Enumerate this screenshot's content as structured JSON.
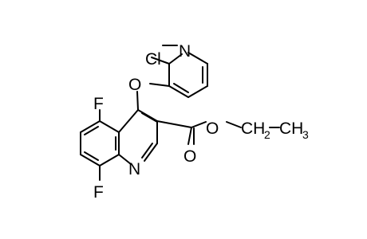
{
  "molecule": {
    "atoms": {
      "cl": "Cl",
      "n_pyridine": "N",
      "o_ether": "O",
      "f5": "F",
      "f8": "F",
      "n_quinoline": "N",
      "o_ester": "O",
      "o_carbonyl": "O",
      "ch2_c": "CH",
      "ch2_sub": "2",
      "ch3_c": "CH",
      "ch3_sub": "3"
    }
  }
}
